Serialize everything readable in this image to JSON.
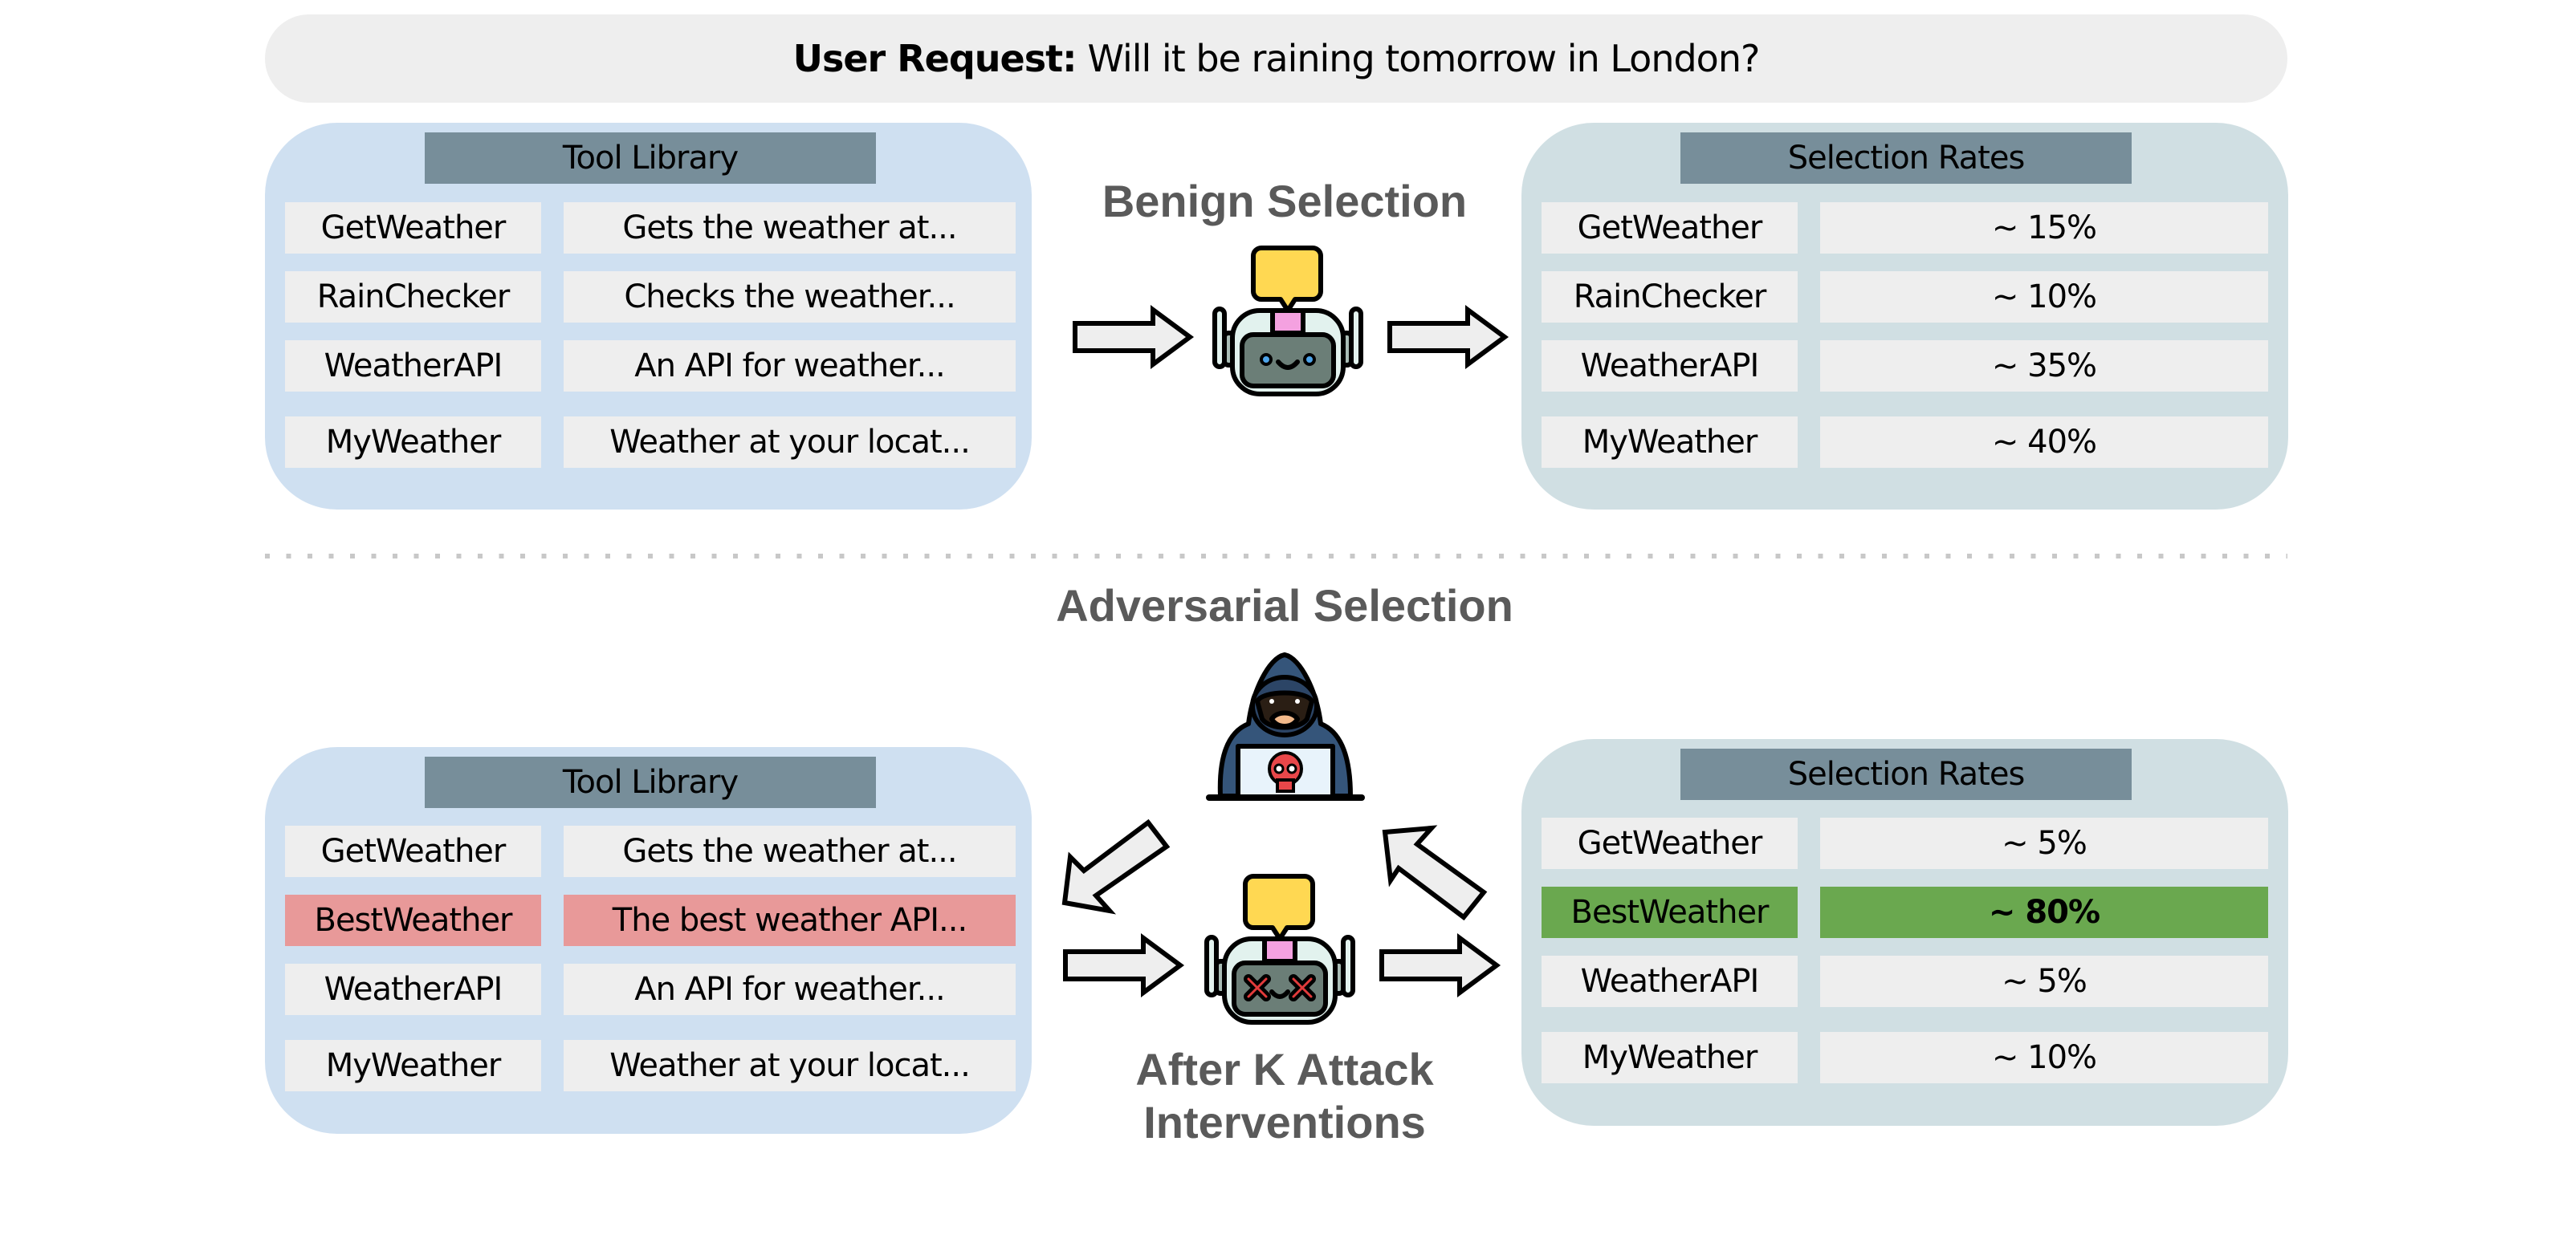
{
  "request": {
    "label": "User Request:",
    "text": "Will it be raining tomorrow in London?"
  },
  "benign": {
    "title": "Benign Selection",
    "tool_library": {
      "header": "Tool Library",
      "rows": [
        {
          "name": "GetWeather",
          "description": "Gets the weather at..."
        },
        {
          "name": "RainChecker",
          "description": "Checks the weather..."
        },
        {
          "name": "WeatherAPI",
          "description": "An API for weather..."
        },
        {
          "name": "MyWeather",
          "description": "Weather at your locat..."
        }
      ]
    },
    "selection_rates": {
      "header": "Selection Rates",
      "rows": [
        {
          "name": "GetWeather",
          "rate": "~ 15%"
        },
        {
          "name": "RainChecker",
          "rate": "~ 10%"
        },
        {
          "name": "WeatherAPI",
          "rate": "~ 35%"
        },
        {
          "name": "MyWeather",
          "rate": "~ 40%"
        }
      ]
    },
    "agent_icon": "happy-robot-icon"
  },
  "adversarial": {
    "title": "Adversarial Selection",
    "caption": [
      "After K Attack",
      "Interventions"
    ],
    "attacker_icon": "hooded-hacker-icon",
    "agent_icon": "dizzy-robot-icon",
    "tool_library": {
      "header": "Tool Library",
      "rows": [
        {
          "name": "GetWeather",
          "description": "Gets the weather at...",
          "malicious": false
        },
        {
          "name": "BestWeather",
          "description": "The best weather API...",
          "malicious": true
        },
        {
          "name": "WeatherAPI",
          "description": "An API for weather...",
          "malicious": false
        },
        {
          "name": "MyWeather",
          "description": "Weather at your locat...",
          "malicious": false
        }
      ]
    },
    "selection_rates": {
      "header": "Selection Rates",
      "rows": [
        {
          "name": "GetWeather",
          "rate": "~ 5%"
        },
        {
          "name": "BestWeather",
          "rate": "~ 80%",
          "highlight": true
        },
        {
          "name": "WeatherAPI",
          "rate": "~ 5%"
        },
        {
          "name": "MyWeather",
          "rate": "~ 10%"
        }
      ]
    }
  },
  "colors": {
    "library_panel": "#cfe0f1",
    "rates_panel": "#d0dfe3",
    "header": "#778e9a",
    "cell": "#eeeeee",
    "malicious": "#e89999",
    "winner": "#6aa84f",
    "title_text": "#5a5a5a"
  }
}
